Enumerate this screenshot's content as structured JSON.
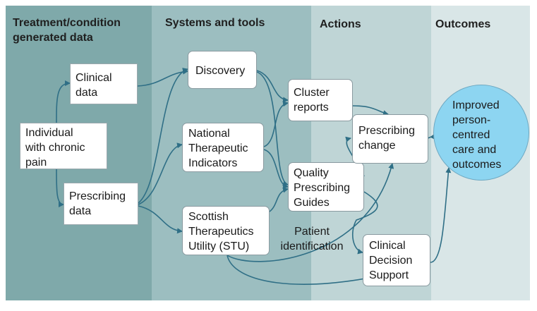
{
  "columns": {
    "treatment": {
      "title_line1": "Treatment/condition",
      "title_line2": "generated data"
    },
    "systems": {
      "title": "Systems and tools"
    },
    "actions": {
      "title": "Actions"
    },
    "outcomes": {
      "title": "Outcomes"
    }
  },
  "colors": {
    "col_treatment": "#7fa9aa",
    "col_systems": "#9cbec0",
    "col_actions": "#bfd5d6",
    "col_outcomes": "#d9e6e7",
    "outcome_circle": "#8dd5f1",
    "arrow": "#2f6f86"
  },
  "nodes": {
    "individual": {
      "l1": "Individual",
      "l2": "with chronic",
      "l3": "pain"
    },
    "clinical_data": {
      "l1": "Clinical",
      "l2": "data"
    },
    "prescribing_data": {
      "l1": "Prescribing",
      "l2": "data"
    },
    "discovery": {
      "l1": "Discovery"
    },
    "nti": {
      "l1": "National",
      "l2": "Therapeutic",
      "l3": "Indicators"
    },
    "stu": {
      "l1": "Scottish",
      "l2": "Therapeutics",
      "l3": "Utility (STU)"
    },
    "cluster_reports": {
      "l1": "Cluster",
      "l2": "reports"
    },
    "qpg": {
      "l1": "Quality",
      "l2": "Prescribing",
      "l3": "Guides"
    },
    "patient_id": {
      "l1": "Patient",
      "l2": "identification"
    },
    "prescribing_change": {
      "l1": "Prescribing",
      "l2": "change"
    },
    "cds": {
      "l1": "Clinical",
      "l2": "Decision",
      "l3": "Support"
    },
    "outcome": {
      "l1": "Improved",
      "l2": "person-",
      "l3": "centred",
      "l4": "care and",
      "l5": "outcomes"
    }
  }
}
